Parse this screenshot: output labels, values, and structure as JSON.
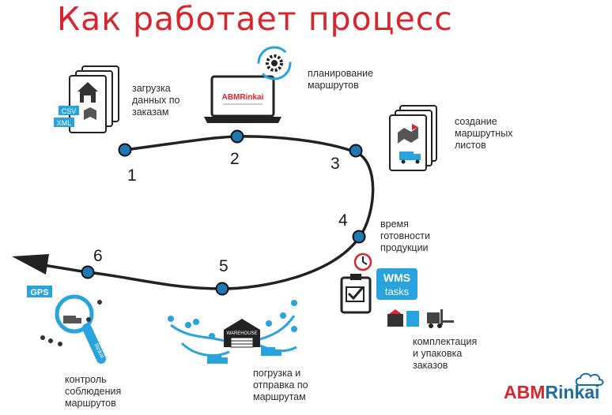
{
  "title": "Как работает процесс",
  "steps": [
    {
      "num": "1",
      "label": "загрузка\nданных по\nзаказам"
    },
    {
      "num": "2",
      "label": "планирование\nмаршрутов"
    },
    {
      "num": "3",
      "label": "создание\nмаршрутных\nлистов"
    },
    {
      "num": "4",
      "label": "время\nготовности\nпродукции"
    },
    {
      "num": "5",
      "label": "погрузка и\nотправка по\nмаршрутам"
    },
    {
      "num": "6",
      "label": "контроль\nсоблюдения\nмаршрутов"
    }
  ],
  "extra_label": "комплектация\nи упаковка\nзаказов",
  "icon_texts": {
    "csv": "CSV",
    "xml": "XML",
    "laptop_brand": "ABMRinkai",
    "wms": "WMS",
    "tasks": "tasks",
    "gps": "GPS",
    "warehouse": "WAREHOUSE",
    "rinkai": "Rinkai"
  },
  "brand": {
    "part1": "ABM",
    "part2": "Rinkai"
  },
  "colors": {
    "accent": "#d8262e",
    "node": "#1f78b4",
    "path": "#222222",
    "blue": "#29a3dd"
  }
}
